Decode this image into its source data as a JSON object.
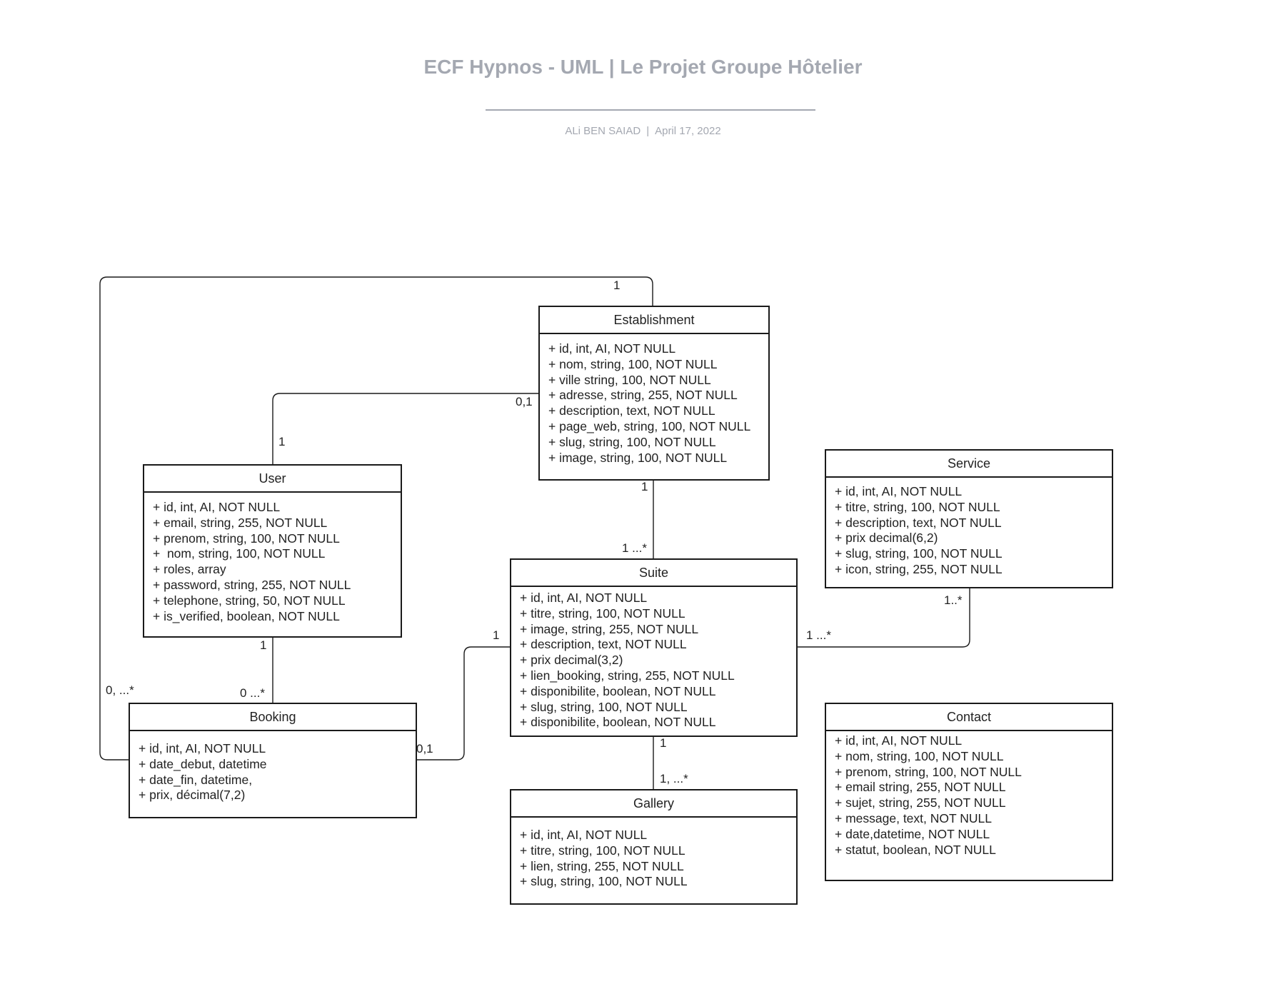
{
  "header": {
    "title": "ECF Hypnos - UML | Le Projet Groupe Hôtelier",
    "author": "ALi BEN SAIAD",
    "separator": "|",
    "date": "April 17, 2022"
  },
  "classes": {
    "establishment": {
      "name": "Establishment",
      "attributes": [
        "+ id, int, AI, NOT NULL",
        "+ nom, string, 100, NOT NULL",
        "+ ville string, 100, NOT NULL",
        "+ adresse, string, 255, NOT NULL",
        "+ description, text, NOT NULL",
        "+ page_web, string, 100, NOT NULL",
        "+ slug, string, 100, NOT NULL",
        "+ image, string, 100, NOT NULL"
      ]
    },
    "user": {
      "name": "User",
      "attributes": [
        "+ id, int, AI, NOT NULL",
        "+ email, string, 255, NOT NULL",
        "+ prenom, string, 100, NOT NULL",
        "+  nom, string, 100, NOT NULL",
        "+ roles, array",
        "+ password, string, 255, NOT NULL",
        "+ telephone, string, 50, NOT NULL",
        "+ is_verified, boolean, NOT NULL"
      ]
    },
    "service": {
      "name": "Service",
      "attributes": [
        "+ id, int, AI, NOT NULL",
        "+ titre, string, 100, NOT NULL",
        "+ description, text, NOT NULL",
        "+ prix decimal(6,2)",
        "+ slug, string, 100, NOT NULL",
        "+ icon, string, 255, NOT NULL"
      ]
    },
    "suite": {
      "name": "Suite",
      "attributes": [
        "+ id, int, AI, NOT NULL",
        "+ titre, string, 100, NOT NULL",
        "+ image, string, 255, NOT NULL",
        "+ description, text, NOT NULL",
        "+ prix decimal(3,2)",
        "+ lien_booking, string, 255, NOT NULL",
        "+ disponibilite, boolean, NOT NULL",
        "+ slug, string, 100, NOT NULL",
        "+ disponibilite, boolean, NOT NULL"
      ]
    },
    "booking": {
      "name": "Booking",
      "attributes": [
        "+ id, int, AI, NOT NULL",
        "+ date_debut, datetime",
        "+ date_fin, datetime,",
        "+ prix, décimal(7,2)"
      ]
    },
    "contact": {
      "name": "Contact",
      "attributes": [
        "+ id, int, AI, NOT NULL",
        "+ nom, string, 100, NOT NULL",
        "+ prenom, string, 100, NOT NULL",
        "+ email string, 255, NOT NULL",
        "+ sujet, string, 255, NOT NULL",
        "+ message, text, NOT NULL",
        "+ date,datetime, NOT NULL",
        "+ statut, boolean, NOT NULL"
      ]
    },
    "gallery": {
      "name": "Gallery",
      "attributes": [
        "+ id, int, AI, NOT NULL",
        "+ titre, string, 100, NOT NULL",
        "+ lien, string, 255, NOT NULL",
        "+ slug, string, 100, NOT NULL"
      ]
    }
  },
  "multiplicities": {
    "establishment_booking_top": "1",
    "establishment_user": "0,1",
    "user_establishment": "1",
    "establishment_suite": "1",
    "suite_establishment": "1 ...*",
    "service_suite": "1..*",
    "suite_service": "1 ...*",
    "suite_booking": "1",
    "booking_suite": "0,1",
    "user_booking": "1",
    "booking_user": "0 ...*",
    "booking_establishment": "0, ...*",
    "suite_gallery": "1",
    "gallery_suite": "1, ...*"
  },
  "colors": {
    "title": "#a4a8b1",
    "line": "#1a1a1a"
  }
}
